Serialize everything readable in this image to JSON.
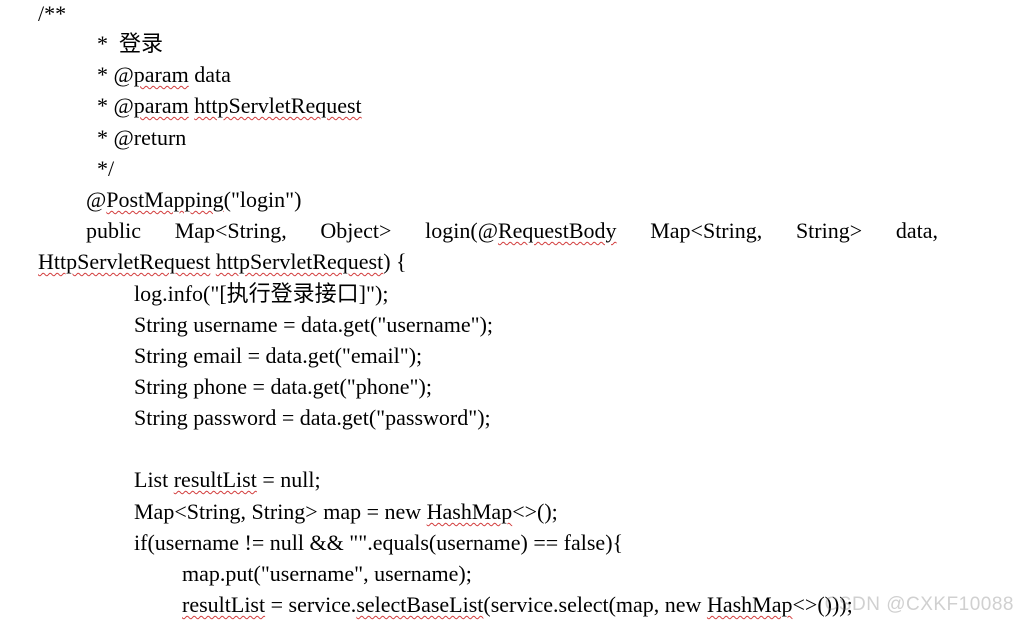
{
  "doc": {
    "l1": "/**",
    "l2": "*  登录",
    "l3a": "* @",
    "l3b": "param",
    "l3c": " data",
    "l4a": "* @",
    "l4b": "param",
    "l4c": " ",
    "l4d": "httpServletRequest",
    "l5": "* @return",
    "l6": "*/",
    "l7a": "@",
    "l7b": "PostMapping",
    "l7c": "(\"login\")",
    "l8": [
      "public",
      "Map<String,",
      "Object>",
      "login(@",
      "Map<String,",
      "String>",
      "data,"
    ],
    "l8_requestbody": "RequestBody",
    "l9a": "HttpServletRequest",
    "l9b": " ",
    "l9c": "httpServletRequest",
    "l9d": ") {",
    "l10": "log.info(\"[执行登录接口]\");",
    "l11": "String username = data.get(\"username\");",
    "l12": "String email = data.get(\"email\");",
    "l13": "String phone = data.get(\"phone\");",
    "l14": "String password = data.get(\"password\");",
    "l15a": "List ",
    "l15b": "resultList",
    "l15c": " = null;",
    "l16a": "Map<String, String> map = new ",
    "l16b": "HashMap",
    "l16c": "<>();",
    "l17": "if(username != null && \"\".equals(username) == false){",
    "l18": "map.put(\"username\", username);",
    "l19a": "resultList",
    "l19b": " = service.",
    "l19c": "selectBaseList",
    "l19d": "(service.select(map, new ",
    "l19e": "HashMap",
    "l19f": "<>()));"
  },
  "watermark": "CSDN @CXKF10088"
}
